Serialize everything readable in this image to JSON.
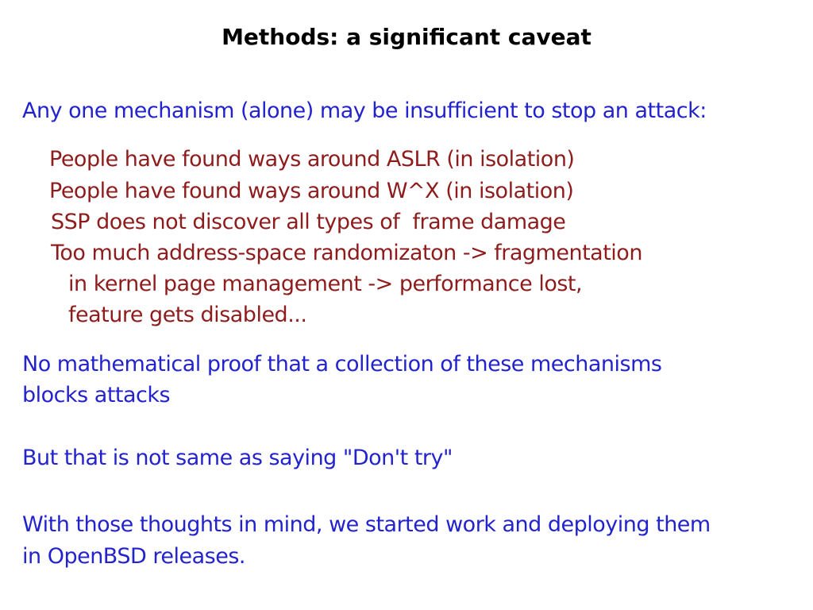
{
  "slide": {
    "title": "Methods: a significant caveat",
    "intro": "Any one mechanism (alone) may be insufficient to stop an attack:",
    "issues": [
      "People have found ways around ASLR (in isolation)",
      "People have found ways around W^X (in isolation)",
      "SSP does not discover all types of  frame damage",
      "Too much address-space randomizaton -> fragmentation",
      "in kernel page management -> performance lost,",
      "feature gets disabled..."
    ],
    "no_proof": {
      "line1": "No mathematical proof that a collection of these mechanisms",
      "line2": "blocks attacks"
    },
    "dont_try": "But that is not same as saying \"Don't try\"",
    "deploy": {
      "line1": "With those thoughts in mind, we started work and deploying them",
      "line2": "in OpenBSD releases."
    },
    "colors": {
      "title": "#000000",
      "body_blue": "#2323cd",
      "body_dark_red": "#8e1c1c",
      "background": "#ffffff"
    }
  }
}
